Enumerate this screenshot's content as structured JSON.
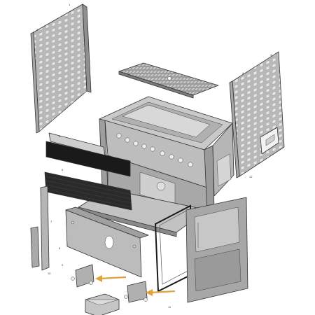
{
  "figure": {
    "kind": "exploded-view",
    "colors": {
      "panel": "#b9b9b9",
      "panel_dark": "#8f8f8f",
      "slot": "#e6e6e6",
      "black_bar": "#1a1a1a",
      "arrow": "#e0a23a",
      "outline": "#333333"
    },
    "callouts": [
      "1",
      "2",
      "3",
      "4",
      "5",
      "6",
      "7",
      "8",
      "9",
      "10",
      "11",
      "12"
    ]
  }
}
